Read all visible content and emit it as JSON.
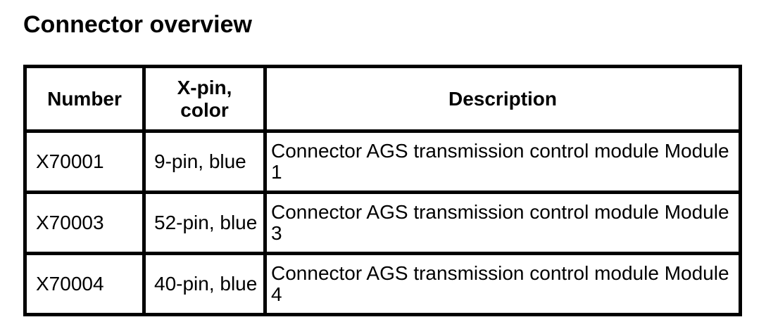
{
  "page": {
    "title": "Connector overview",
    "text_color": "#000000",
    "background_color": "#ffffff",
    "table_border_color": "#000000"
  },
  "table": {
    "headers": [
      "Number",
      "X-pin,\ncolor",
      "Description"
    ],
    "rows": [
      {
        "number": "X70001",
        "pin_color": "9-pin, blue",
        "description": "Connector AGS transmission control module Module 1"
      },
      {
        "number": "X70003",
        "pin_color": "52-pin, blue",
        "description": "Connector AGS transmission control module Module 3"
      },
      {
        "number": "X70004",
        "pin_color": "40-pin, blue",
        "description": "Connector AGS transmission control module Module 4"
      }
    ]
  }
}
